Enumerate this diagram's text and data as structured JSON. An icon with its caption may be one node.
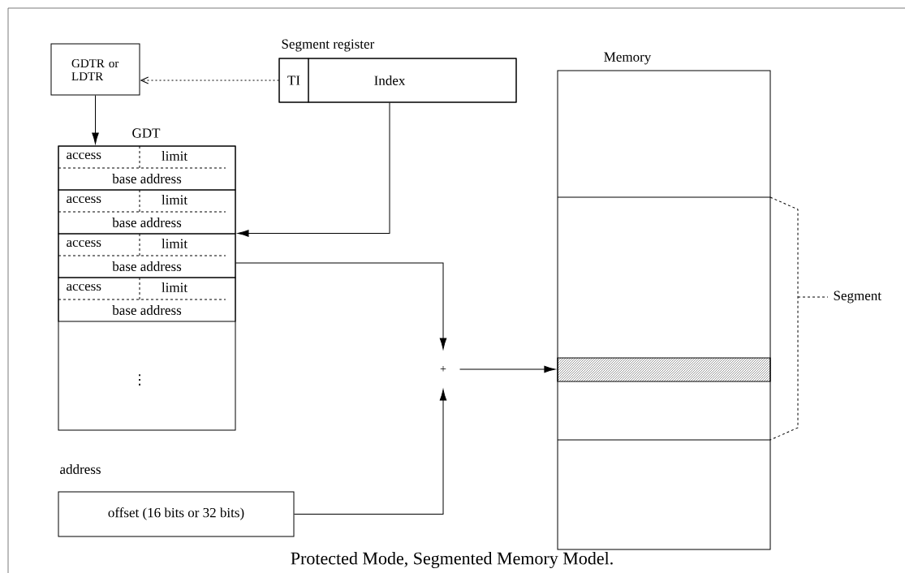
{
  "diagram": {
    "caption": "Protected Mode, Segmented Memory Model.",
    "nodes": [
      {
        "text": [
          "GDTR or LDTR"
        ]
      },
      {
        "text": [
          "Segment register"
        ]
      },
      {
        "text": [
          "TI"
        ],
        "in": 1
      },
      {
        "text": [
          "Index"
        ],
        "in": 1
      },
      {
        "text": [
          "GDT"
        ]
      },
      {
        "text": [
          "access",
          "limit",
          "base address"
        ],
        "in": 4
      },
      {
        "text": [
          "access",
          "limit",
          "base address"
        ],
        "in": 4
      },
      {
        "text": [
          "access",
          "limit",
          "base address"
        ],
        "in": 4
      },
      {
        "text": [
          "access",
          "limit",
          "base address"
        ],
        "in": 4
      },
      {
        "text": [
          "+"
        ]
      },
      {
        "text": [
          "Memory"
        ]
      },
      {
        "text": [
          "address",
          "offset (16 bits or 32 bits)"
        ]
      },
      {
        "text": [],
        "shape": "bar",
        "in": 10
      }
    ],
    "edges": [
      {
        "from": 2,
        "to": 0,
        "arrow": "to",
        "style": "dashed"
      },
      {
        "from": 0,
        "to": 4,
        "arrow": "to"
      },
      {
        "from": 3,
        "to": 7,
        "arrow": "to"
      },
      {
        "from": 7,
        "to": 9,
        "arrow": "to"
      },
      {
        "from": 11,
        "to": 9,
        "arrow": "to"
      },
      {
        "from": 9,
        "to": 12,
        "arrow": "to"
      }
    ],
    "labels": [
      "⋮",
      "Segment"
    ]
  }
}
